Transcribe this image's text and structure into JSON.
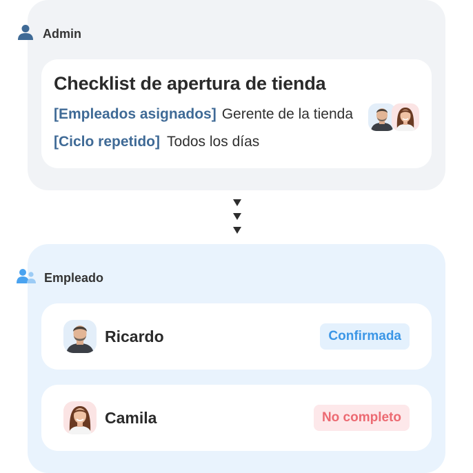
{
  "admin": {
    "label": "Admin",
    "task": {
      "title": "Checklist de apertura de tienda",
      "assigned_tag": "[Empleados asignados]",
      "assigned_value": "Gerente de la tienda",
      "cycle_tag": "[Ciclo repetido]",
      "cycle_value": "Todos los días"
    }
  },
  "employee": {
    "label": "Empleado",
    "items": [
      {
        "name": "Ricardo",
        "status": "Confirmada",
        "status_color": "#3b96e6"
      },
      {
        "name": "Camila",
        "status": "No completo",
        "status_color": "#ec6a72"
      }
    ]
  },
  "colors": {
    "admin_panel_bg": "#f1f3f6",
    "employee_panel_bg": "#e9f3fd",
    "tag_color": "#3f6a96",
    "admin_icon": "#3f6a96",
    "employee_icon": "#4aa3f0"
  },
  "icons": {
    "admin": "person-icon",
    "employee": "people-icon",
    "flow": "arrow-down-icon"
  }
}
